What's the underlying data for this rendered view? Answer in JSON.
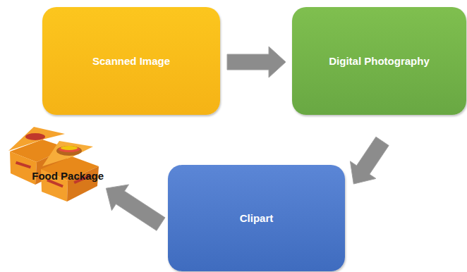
{
  "diagram": {
    "nodes": [
      {
        "text": [
          "Scanned Image"
        ]
      },
      {
        "text": [
          "Digital Photography"
        ]
      },
      {
        "text": [
          "Clipart"
        ]
      },
      {
        "text": [
          "Food Package"
        ]
      }
    ],
    "edges": [
      {
        "from": 0,
        "to": 1,
        "arrow": "to"
      },
      {
        "from": 1,
        "to": 2,
        "arrow": "to"
      },
      {
        "from": 2,
        "to": 3,
        "arrow": "to"
      }
    ]
  }
}
